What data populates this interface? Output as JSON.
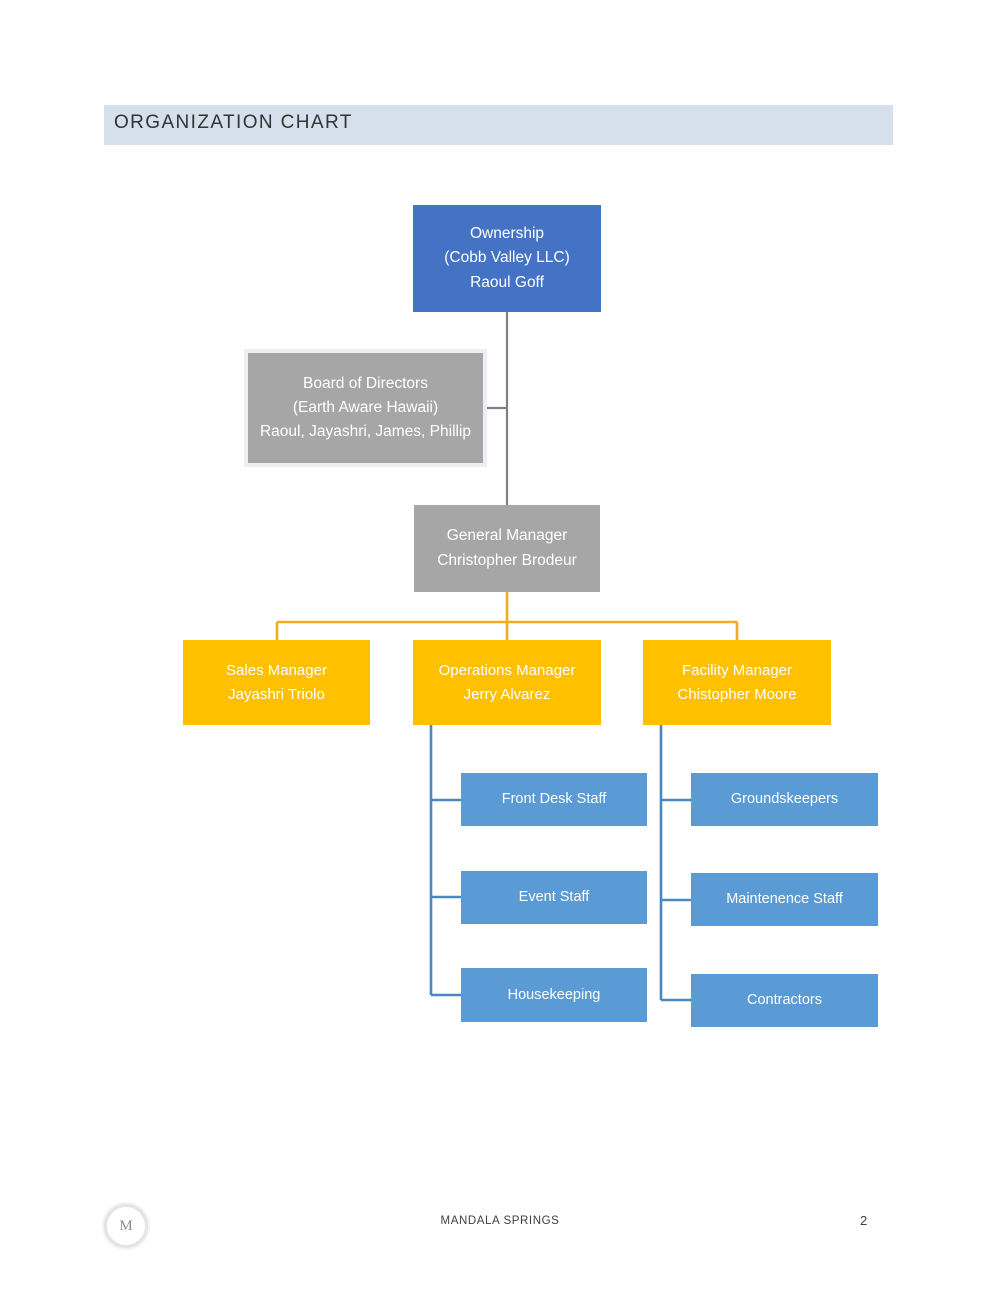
{
  "header": {
    "title": "ORGANIZATION CHART",
    "bar_color": "#D6DFEC"
  },
  "footer": {
    "logo_letter": "M",
    "company": "MANDALA SPRINGS",
    "page_number": "2"
  },
  "colors": {
    "ownership": "#4472C4",
    "gray_node": "#A6A6A6",
    "manager": "#FFC000",
    "staff": "#5B9BD5",
    "gray_connector": "#808080",
    "amber_connector": "#F0AE1E",
    "blue_connector": "#4A87C3"
  },
  "chart_data": {
    "type": "diagram",
    "title": "ORGANIZATION CHART",
    "nodes": [
      {
        "id": "ownership",
        "lines": [
          "Ownership",
          "(Cobb Valley LLC)",
          "Raoul Goff"
        ],
        "level": 0,
        "style": "blue-dark"
      },
      {
        "id": "board",
        "lines": [
          "Board of Directors",
          "(Earth Aware Hawaii)",
          "Raoul, Jayashri, James, Phillip"
        ],
        "level": 1,
        "style": "gray"
      },
      {
        "id": "general-manager",
        "lines": [
          "General Manager",
          "Christopher Brodeur"
        ],
        "level": 2,
        "style": "gray"
      },
      {
        "id": "sales-manager",
        "lines": [
          "Sales Manager",
          "Jayashri Triolo"
        ],
        "level": 3,
        "style": "amber"
      },
      {
        "id": "operations-manager",
        "lines": [
          "Operations Manager",
          "Jerry Alvarez"
        ],
        "level": 3,
        "style": "amber"
      },
      {
        "id": "facility-manager",
        "lines": [
          "Facility Manager",
          "Chistopher Moore"
        ],
        "level": 3,
        "style": "amber"
      },
      {
        "id": "front-desk-staff",
        "lines": [
          "Front Desk Staff"
        ],
        "level": 4,
        "style": "blue-mid",
        "parent": "operations-manager"
      },
      {
        "id": "event-staff",
        "lines": [
          "Event Staff"
        ],
        "level": 4,
        "style": "blue-mid",
        "parent": "operations-manager"
      },
      {
        "id": "housekeeping",
        "lines": [
          "Housekeeping"
        ],
        "level": 4,
        "style": "blue-mid",
        "parent": "operations-manager"
      },
      {
        "id": "groundskeepers",
        "lines": [
          "Groundskeepers"
        ],
        "level": 4,
        "style": "blue-mid",
        "parent": "facility-manager"
      },
      {
        "id": "maintenance-staff",
        "lines": [
          "Maintenence Staff"
        ],
        "level": 4,
        "style": "blue-mid",
        "parent": "facility-manager"
      },
      {
        "id": "contractors",
        "lines": [
          "Contractors"
        ],
        "level": 4,
        "style": "blue-mid",
        "parent": "facility-manager"
      }
    ],
    "edges": [
      {
        "from": "ownership",
        "to": "board"
      },
      {
        "from": "ownership",
        "to": "general-manager"
      },
      {
        "from": "general-manager",
        "to": "sales-manager"
      },
      {
        "from": "general-manager",
        "to": "operations-manager"
      },
      {
        "from": "general-manager",
        "to": "facility-manager"
      },
      {
        "from": "operations-manager",
        "to": "front-desk-staff"
      },
      {
        "from": "operations-manager",
        "to": "event-staff"
      },
      {
        "from": "operations-manager",
        "to": "housekeeping"
      },
      {
        "from": "facility-manager",
        "to": "groundskeepers"
      },
      {
        "from": "facility-manager",
        "to": "maintenance-staff"
      },
      {
        "from": "facility-manager",
        "to": "contractors"
      }
    ]
  },
  "nodes": {
    "ownership": {
      "l0": "Ownership",
      "l1": "(Cobb Valley LLC)",
      "l2": "Raoul Goff"
    },
    "board": {
      "l0": "Board of Directors",
      "l1": "(Earth Aware Hawaii)",
      "l2": "Raoul, Jayashri, James, Phillip"
    },
    "general_manager": {
      "l0": "General Manager",
      "l1": "Christopher Brodeur"
    },
    "sales_manager": {
      "l0": "Sales Manager",
      "l1": "Jayashri Triolo"
    },
    "operations_manager": {
      "l0": "Operations Manager",
      "l1": "Jerry Alvarez"
    },
    "facility_manager": {
      "l0": "Facility Manager",
      "l1": "Chistopher Moore"
    },
    "front_desk_staff": {
      "l0": "Front Desk Staff"
    },
    "event_staff": {
      "l0": "Event Staff"
    },
    "housekeeping": {
      "l0": "Housekeeping"
    },
    "groundskeepers": {
      "l0": "Groundskeepers"
    },
    "maintenance_staff": {
      "l0": "Maintenence Staff"
    },
    "contractors": {
      "l0": "Contractors"
    }
  }
}
